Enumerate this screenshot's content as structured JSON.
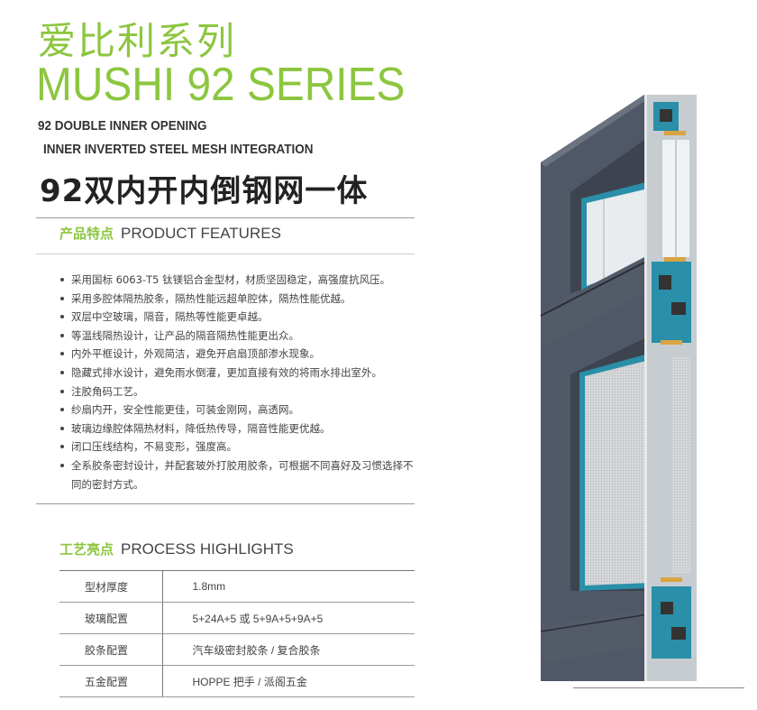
{
  "header": {
    "title_cn": "爱比利系列",
    "title_en": "MUSHI  92 SERIES",
    "subtitle_line1": "92 DOUBLE INNER OPENING",
    "subtitle_line2": "INNER INVERTED STEEL MESH INTEGRATION",
    "subtitle_cn": "92双内开内倒钢网一体"
  },
  "features": {
    "heading_cn": "产品特点",
    "heading_en": "PRODUCT FEATURES",
    "items": [
      "采用国标 6063-T5 钛镁铝合金型材，材质坚固稳定，高强度抗风压。",
      "采用多腔体隔热胶条，隔热性能远超单腔体，隔热性能优越。",
      "双层中空玻璃，隔音，隔热等性能更卓越。",
      "等温线隔热设计，让产品的隔音隔热性能更出众。",
      "内外平框设计，外观简洁，避免开启扇顶部渗水现象。",
      "隐藏式排水设计，避免雨水倒灌，更加直接有效的将雨水排出室外。",
      "注胶角码工艺。",
      "纱扇内开，安全性能更佳，可装金刚网，高透网。",
      "玻璃边缘腔体隔热材料，降低热传导，隔音性能更优越。",
      "闭口压线结构，不易变形，强度高。",
      "全系胶条密封设计，并配套玻外打胶用胶条，可根据不同喜好及习惯选择不同的密封方式。"
    ]
  },
  "process": {
    "heading_cn": "工艺亮点",
    "heading_en": "PROCESS HIGHLIGHTS",
    "rows": [
      {
        "key": "型材厚度",
        "value": "1.8mm"
      },
      {
        "key": "玻璃配置",
        "value": "5+24A+5 或 5+9A+5+9A+5"
      },
      {
        "key": "胶条配置",
        "value": "汽车级密封胶条 / 复合胶条"
      },
      {
        "key": "五金配置",
        "value": "HOPPE 把手 / 派阁五金"
      }
    ]
  },
  "colors": {
    "accent": "#8cc63f",
    "frame": "#4e5563",
    "thermal_break": "#2a8fa8"
  }
}
